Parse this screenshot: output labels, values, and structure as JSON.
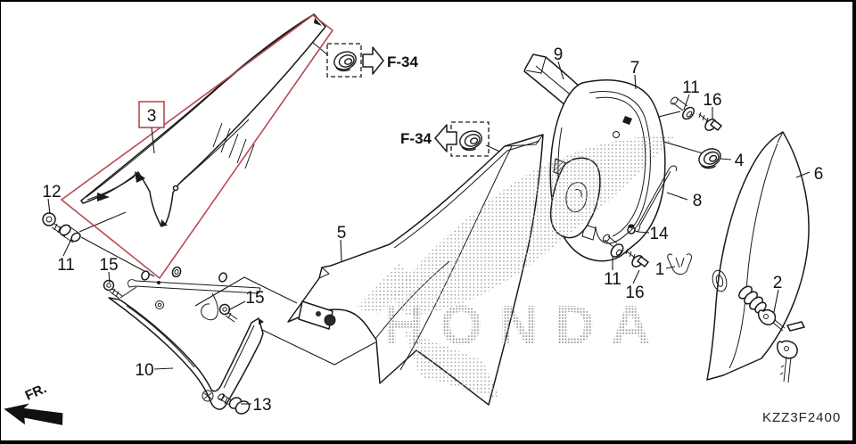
{
  "diagram": {
    "code": "KZZ3F2400",
    "front_label": "FR.",
    "watermark_text": "HONDA",
    "highlight_color": "#b84a50",
    "cross_refs": {
      "top": "F-34",
      "middle": "F-34"
    },
    "parts": {
      "p1": "1",
      "p2": "2",
      "p3": "3",
      "p4": "4",
      "p5": "5",
      "p6": "6",
      "p7": "7",
      "p8": "8",
      "p9": "9",
      "p10": "10",
      "p11": "11",
      "p12": "12",
      "p13": "13",
      "p14": "14",
      "p15": "15",
      "p16": "16"
    }
  }
}
